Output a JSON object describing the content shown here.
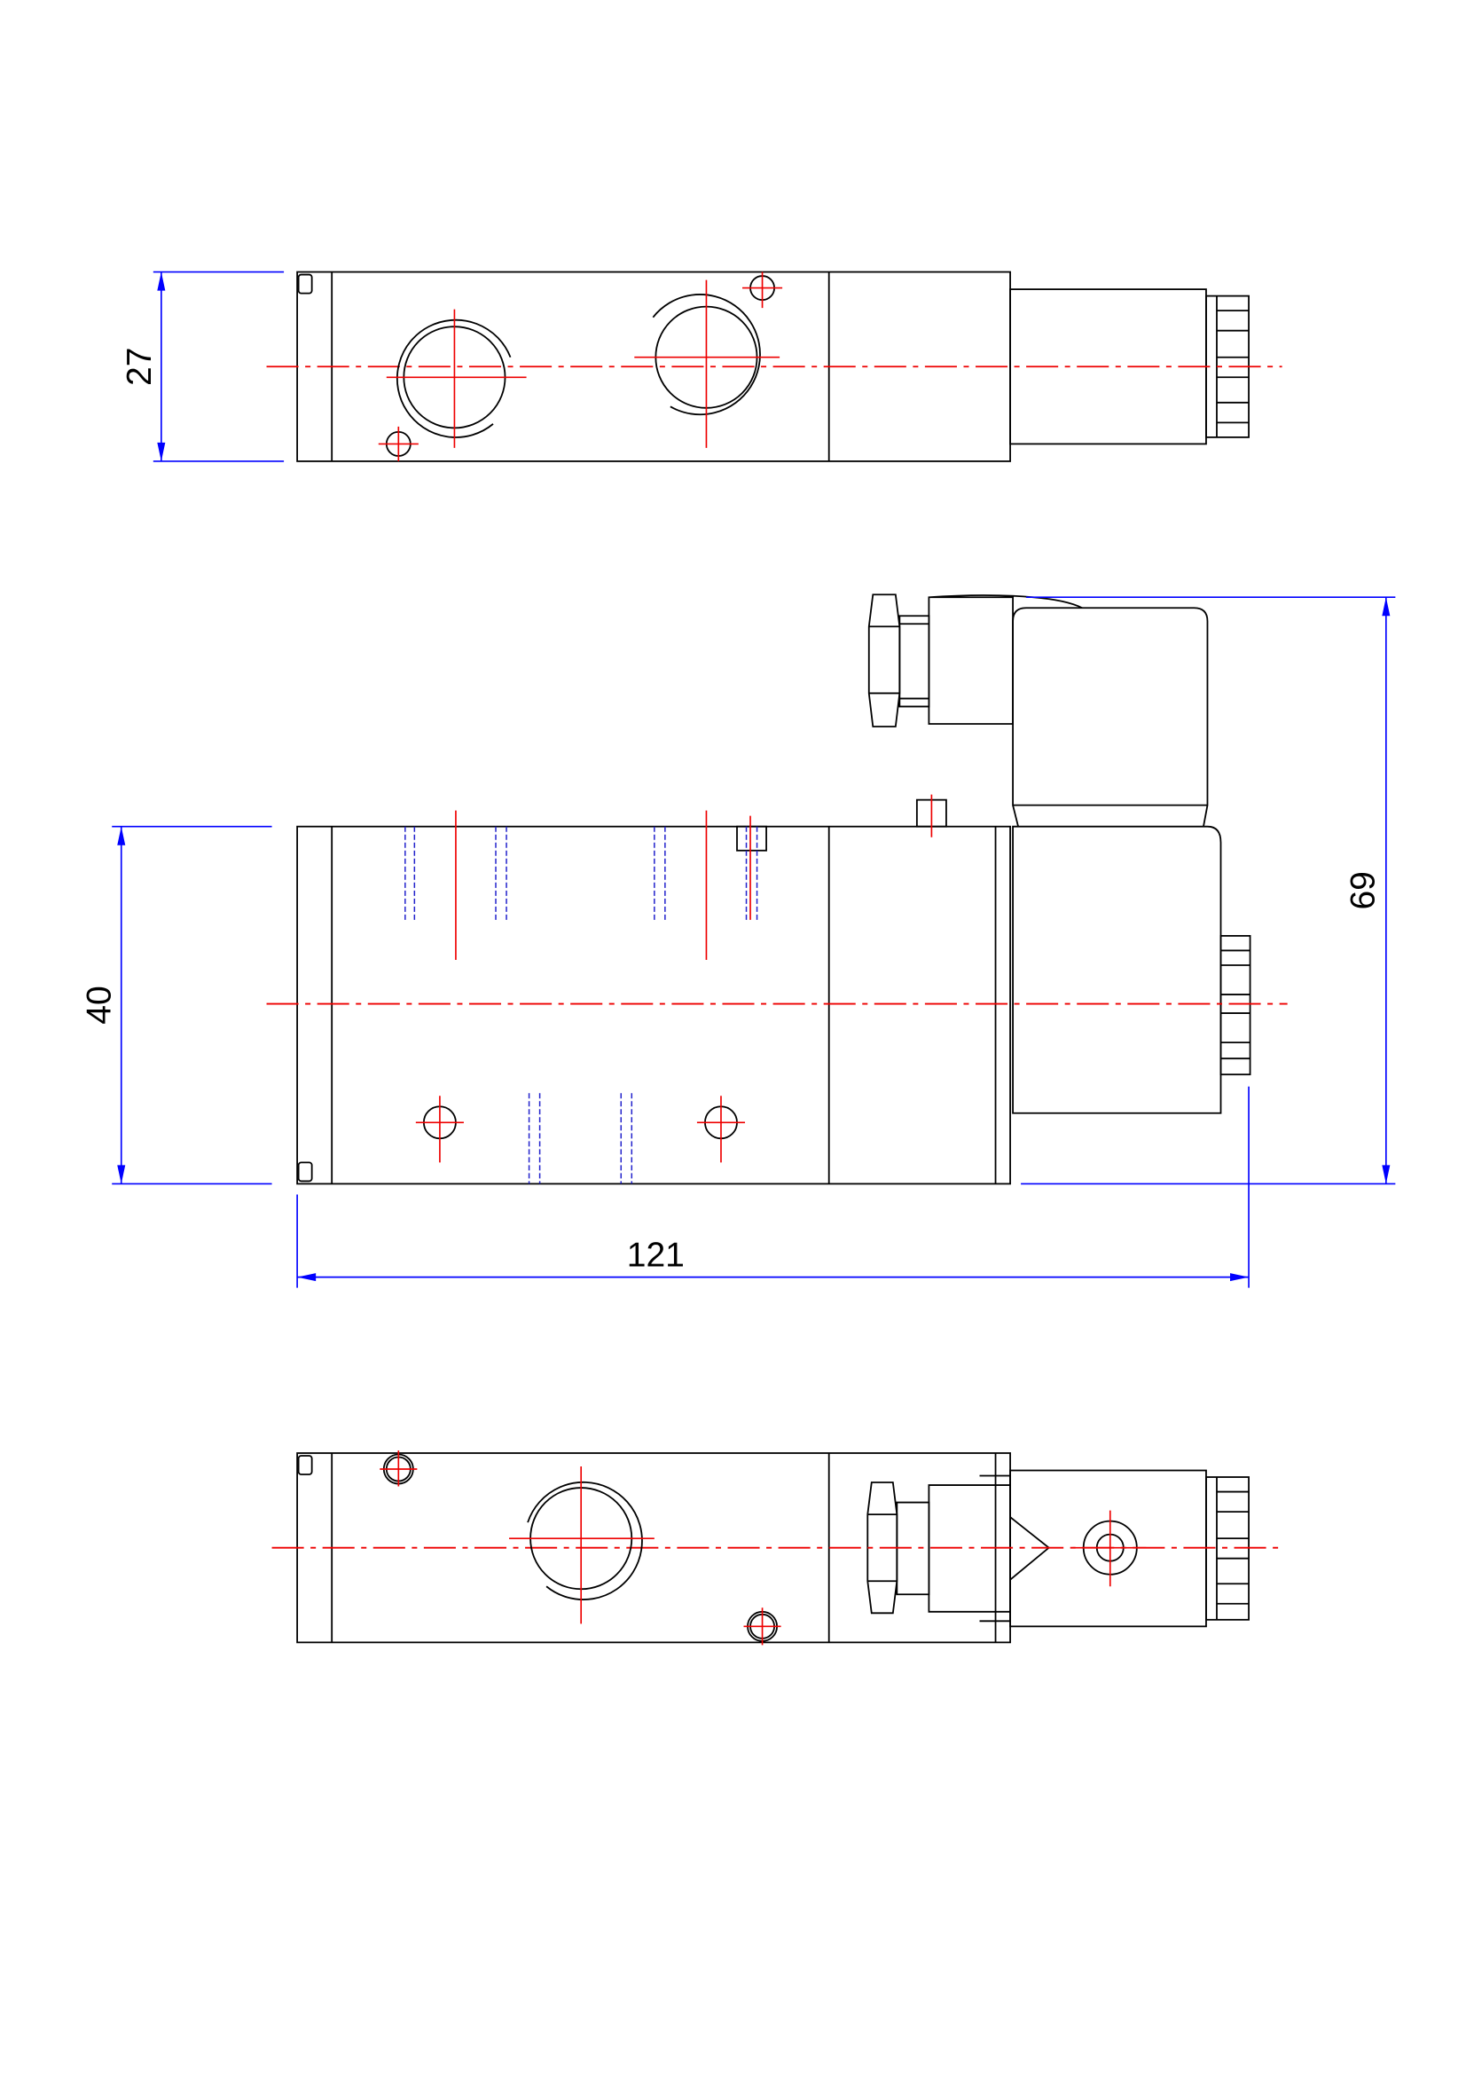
{
  "drawing": {
    "dimensions": {
      "top_height": "27",
      "front_height": "40",
      "total_height": "69",
      "total_length": "121"
    },
    "colors": {
      "outline": "#000000",
      "centerline": "#ee0000",
      "dimension": "#0000ff",
      "hidden": "#2222cc"
    }
  }
}
